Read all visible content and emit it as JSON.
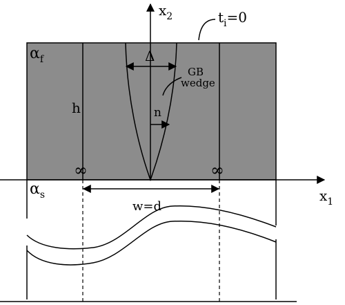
{
  "diagram": {
    "axes": {
      "x_label": "x",
      "x_sub": "1",
      "y_label": "x",
      "y_sub": "2"
    },
    "film": {
      "alpha_label": "α",
      "alpha_sub": "f",
      "height_label": "h",
      "traction_label": "t",
      "traction_sub": "i",
      "traction_rest": "=0",
      "fill_color": "#8c8c8c"
    },
    "substrate": {
      "alpha_label": "α",
      "alpha_sub": "s"
    },
    "wedge": {
      "delta_label": "Δ",
      "normal_label": "n",
      "callout_line1": "GB",
      "callout_line2": "wedge"
    },
    "boundaries": {
      "left_symbol": "∞",
      "right_symbol": "∞"
    },
    "spacing": {
      "label": "w=d"
    }
  }
}
